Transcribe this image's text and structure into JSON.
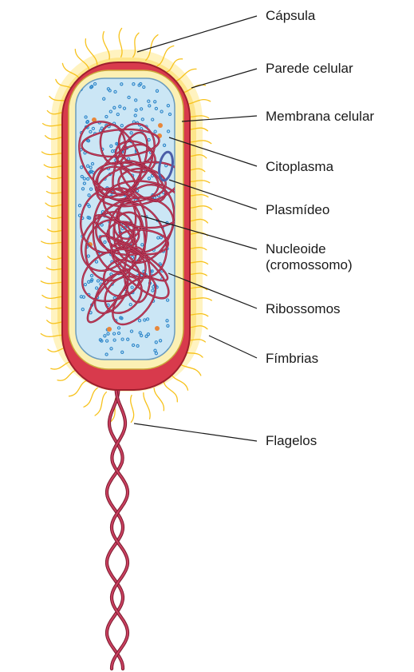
{
  "labels": {
    "capsula": "Cápsula",
    "parede_celular": "Parede celular",
    "membrana_celular": "Membrana celular",
    "citoplasma": "Citoplasma",
    "plasmideo": "Plasmídeo",
    "nucleoide_line1": "Nucleoide",
    "nucleoide_line2": "(cromossomo)",
    "ribossomos": "Ribossomos",
    "fimbrias": "Fímbrias",
    "flagelos": "Flagelos"
  },
  "colors": {
    "capsule_glow": "#fde58a",
    "fimbriae": "#f7c21b",
    "cell_wall": "#d83a4c",
    "membrane": "#fbf0b4",
    "cytoplasm": "#cbe6f5",
    "ribosome": "#2d86c9",
    "nucleoid": "#c94060",
    "plasmid": "#4c5ea8",
    "granule": "#e8873a",
    "flagellum": "#c94060"
  }
}
